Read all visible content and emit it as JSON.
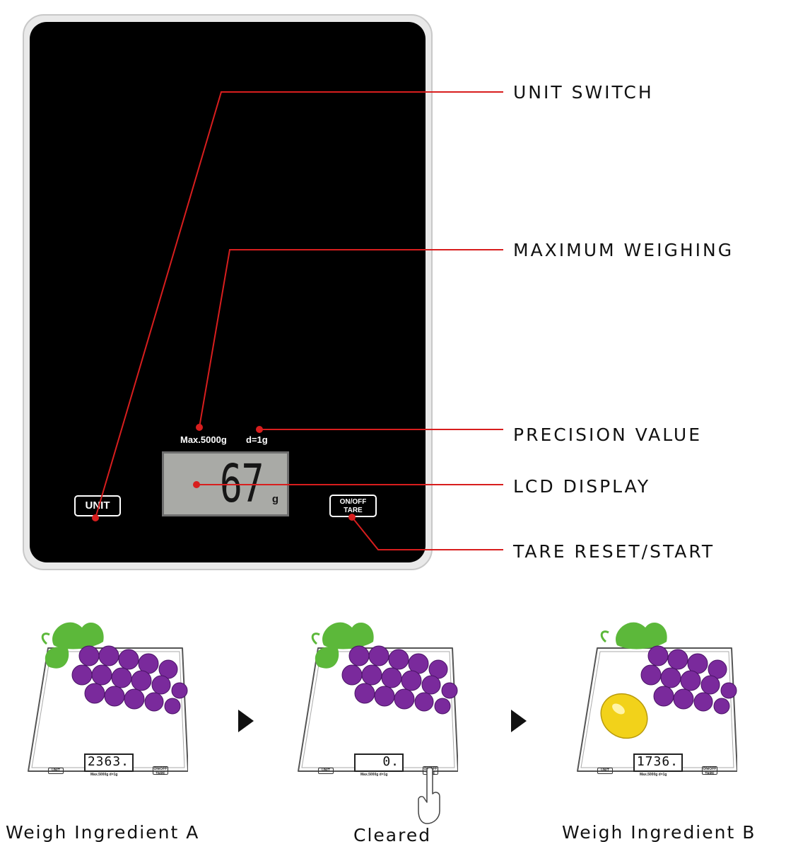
{
  "scale": {
    "spec_max": "Max.5000g",
    "spec_precision": "d=1g",
    "lcd_value": "67",
    "lcd_unit": "g",
    "unit_button": "UNIT",
    "onoff_button_line1": "ON/OFF",
    "onoff_button_line2": "TARE"
  },
  "callouts": {
    "unit_switch": "UNIT SWITCH",
    "maximum_weighing": "MAXIMUM WEIGHING",
    "precision_value": "PRECISION VALUE",
    "lcd_display": "LCD DISPLAY",
    "tare_reset": "TARE RESET/START"
  },
  "steps": [
    {
      "label": "Weigh Ingredient A",
      "lcd": "2363.",
      "unit_button": "UNIT",
      "tare_line1": "ON/OFF",
      "tare_line2": "TARE",
      "spec": "Max.5000g   d=1g"
    },
    {
      "label": "Cleared",
      "lcd": "0.",
      "unit_button": "UNIT",
      "tare_line1": "ON/OFF",
      "tare_line2": "TARE",
      "spec": "Max.5000g   d=1g"
    },
    {
      "label": "Weigh Ingredient B",
      "lcd": "1736.",
      "unit_button": "UNIT",
      "tare_line1": "ON/OFF",
      "tare_line2": "TARE",
      "spec": "Max.5000g   d=1g"
    }
  ],
  "colors": {
    "callout_line": "#d81e1e",
    "glass": "#000000",
    "lcd_background": "#a9aaa6",
    "grape": "#7a2a9c",
    "leaf": "#5cb83a",
    "lemon": "#f2d21a"
  },
  "icons": {
    "step_arrow": "triangle-right-icon",
    "grapes": "grapes-icon",
    "lemon": "lemon-icon",
    "finger": "pointing-finger-icon"
  }
}
